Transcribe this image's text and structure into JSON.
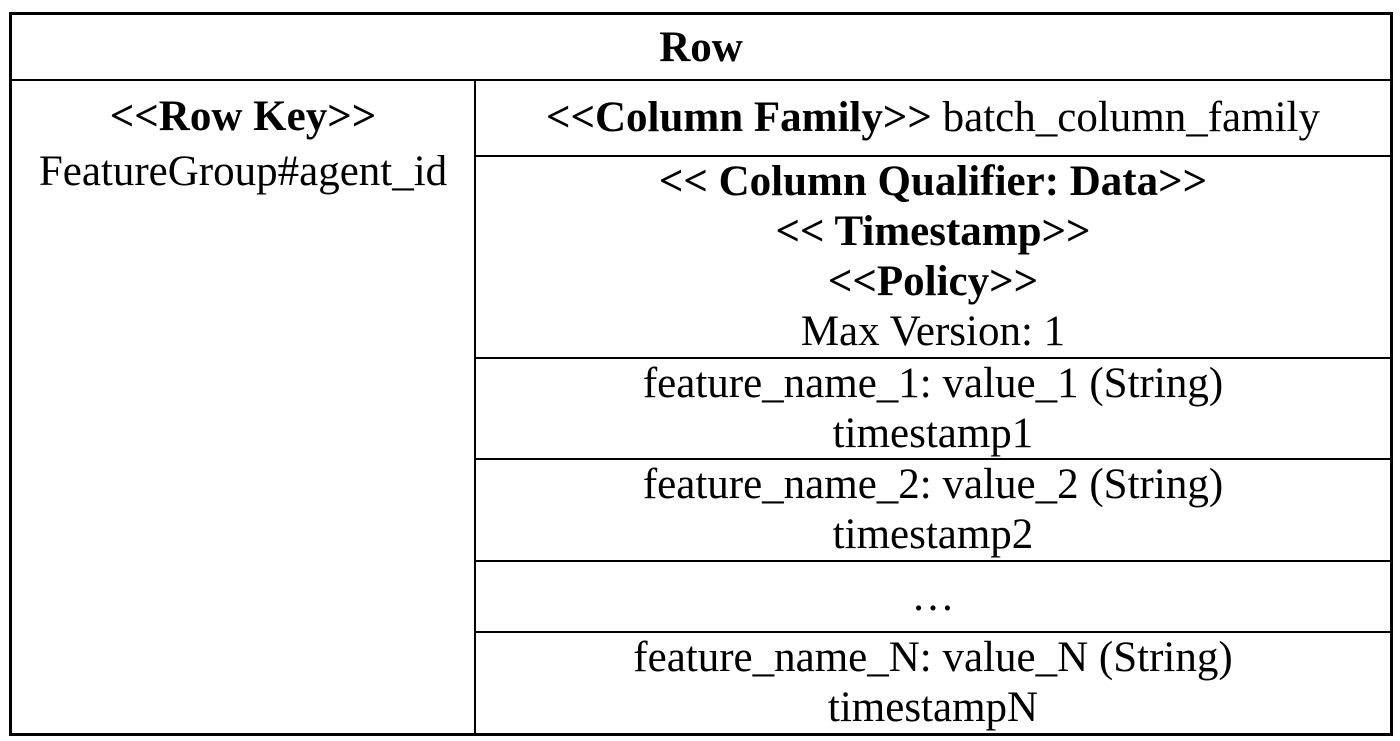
{
  "diagram": {
    "title": "Row",
    "row_key": {
      "stereotype": "<<Row Key>>",
      "value": "FeatureGroup#agent_id"
    },
    "column_family": {
      "stereotype": "<<Column Family>>",
      "name": "batch_column_family"
    },
    "qualifier_block": {
      "qualifier_stereotype": "<< Column Qualifier: Data>>",
      "timestamp_stereotype": "<< Timestamp>>",
      "policy_stereotype": "<<Policy>>",
      "policy_value": "Max Version: 1"
    },
    "cells": [
      {
        "feature": "feature_name_1: value_1 (String)",
        "timestamp": "timestamp1"
      },
      {
        "feature": "feature_name_2: value_2 (String)",
        "timestamp": "timestamp2"
      },
      {
        "feature": "feature_name_N: value_N (String)",
        "timestamp": "timestampN"
      }
    ],
    "ellipsis": "…",
    "colors": {
      "border": "#000000",
      "background": "#ffffff",
      "text": "#000000"
    }
  }
}
